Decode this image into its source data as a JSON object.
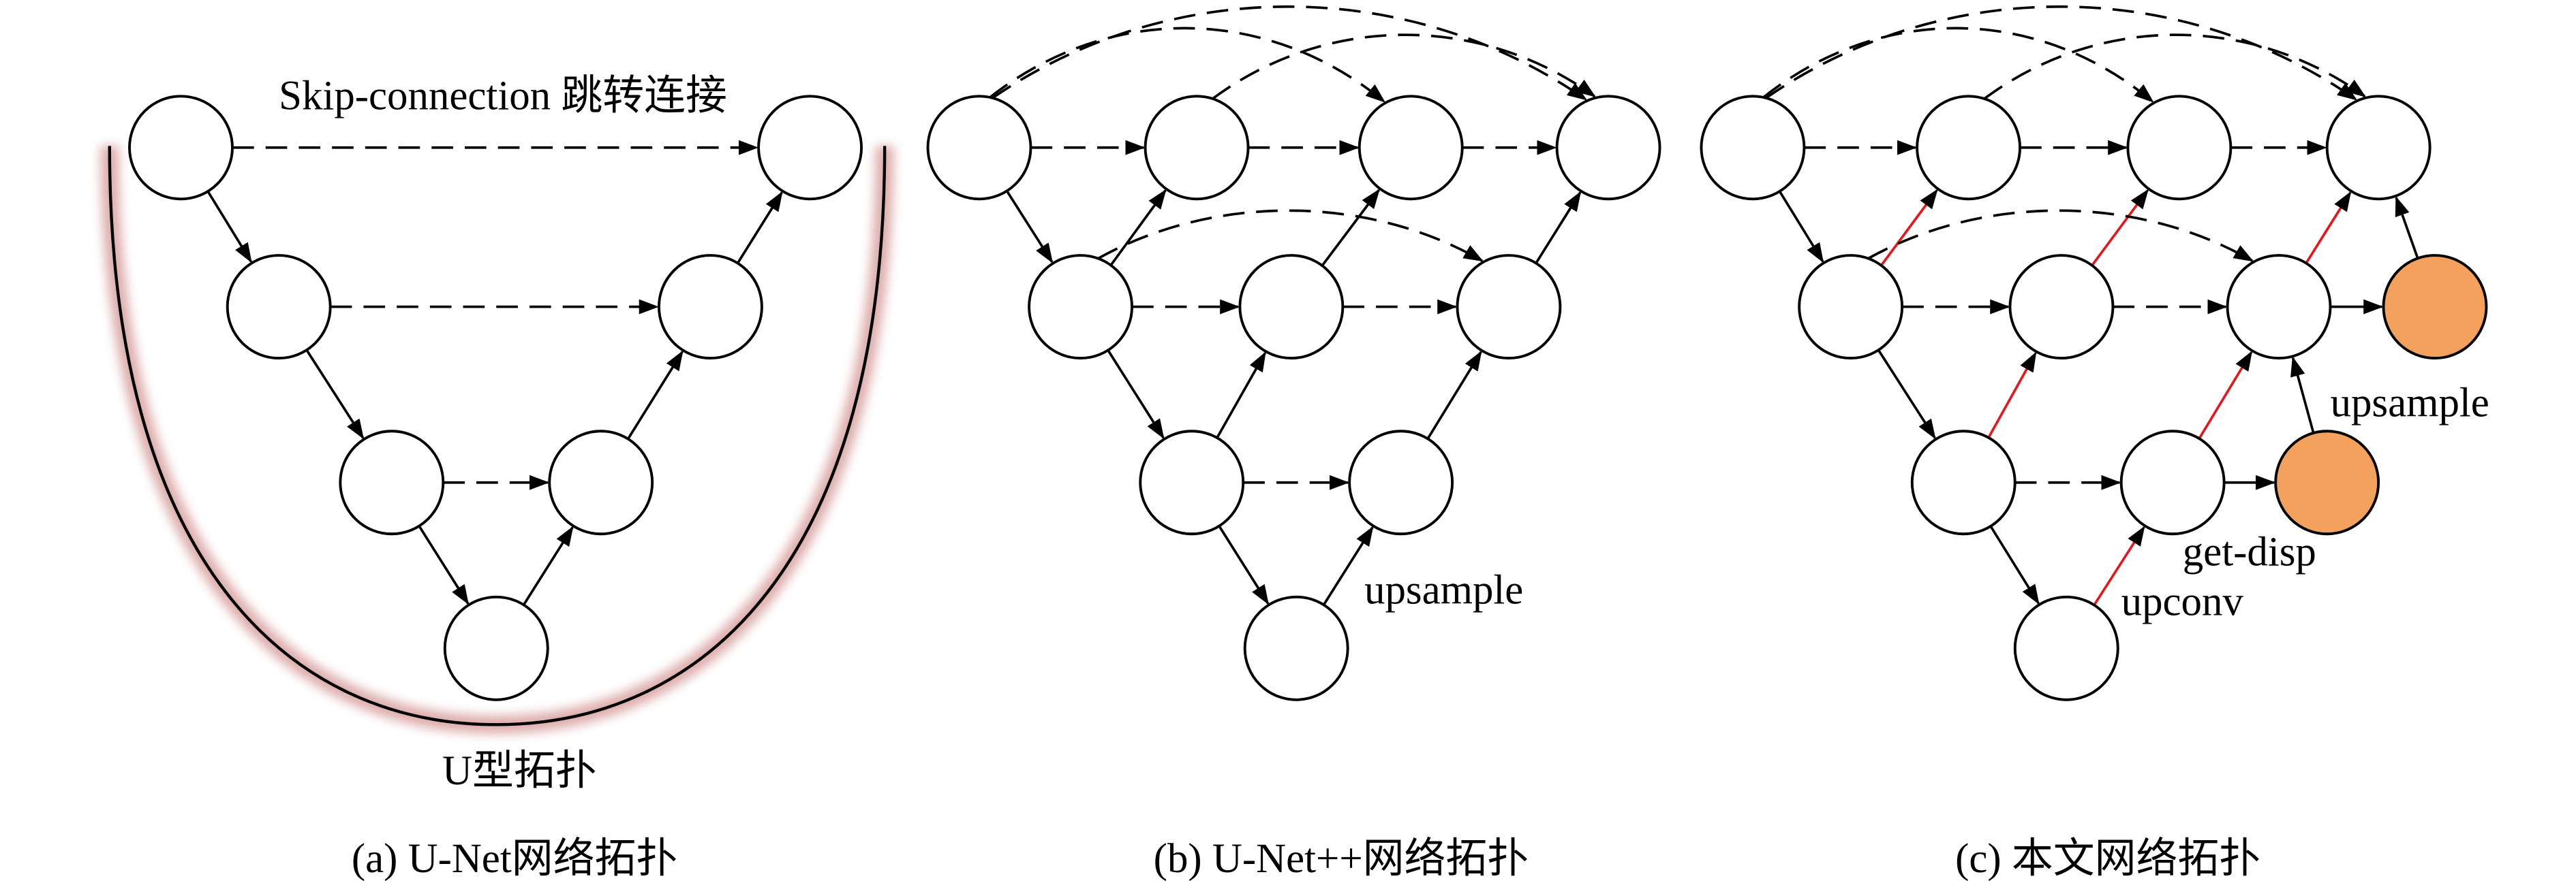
{
  "panels": {
    "a": {
      "skip_label": "Skip-connection 跳转连接",
      "u_label": "U型拓扑",
      "caption": "(a) U-Net网络拓扑"
    },
    "b": {
      "upsample_label": "upsample",
      "caption": "(b) U-Net++网络拓扑"
    },
    "c": {
      "upsample_label": "upsample",
      "get_disp_label": "get-disp",
      "upconv_label": "upconv",
      "caption": "(c) 本文网络拓扑"
    }
  },
  "colors": {
    "stroke": "#000000",
    "node_fill": "#ffffff",
    "highlight_node_fill": "#f4a15d",
    "upconv_arrow": "#e8161b",
    "u_glow": "#b5484a"
  }
}
